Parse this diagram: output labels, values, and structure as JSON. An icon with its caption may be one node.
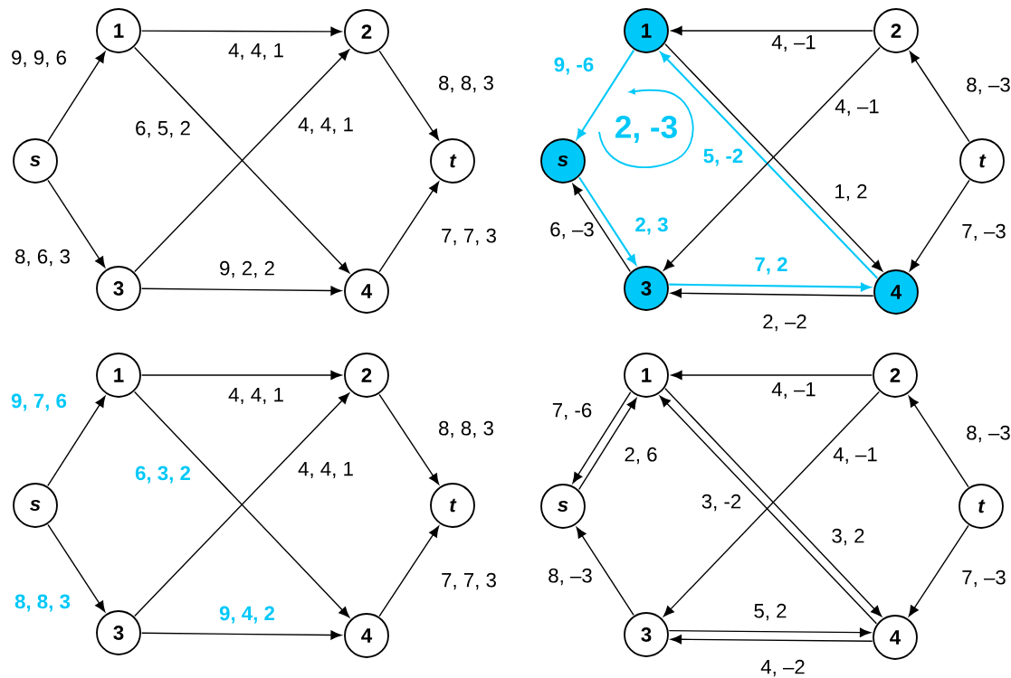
{
  "diagram": {
    "nodes": [
      {
        "text": [
          "s"
        ]
      },
      {
        "text": [
          "1"
        ]
      },
      {
        "text": [
          "2"
        ]
      },
      {
        "text": [
          "3"
        ]
      },
      {
        "text": [
          "4"
        ]
      },
      {
        "text": [
          "t"
        ]
      },
      {
        "text": [
          "s"
        ]
      },
      {
        "text": [
          "1"
        ]
      },
      {
        "text": [
          "2"
        ]
      },
      {
        "text": [
          "3"
        ]
      },
      {
        "text": [
          "4"
        ]
      },
      {
        "text": [
          "t"
        ]
      },
      {
        "text": [
          "s"
        ]
      },
      {
        "text": [
          "1"
        ]
      },
      {
        "text": [
          "2"
        ]
      },
      {
        "text": [
          "3"
        ]
      },
      {
        "text": [
          "4"
        ]
      },
      {
        "text": [
          "t"
        ]
      },
      {
        "text": [
          "s"
        ]
      },
      {
        "text": [
          "1"
        ]
      },
      {
        "text": [
          "2"
        ]
      },
      {
        "text": [
          "3"
        ]
      },
      {
        "text": [
          "4"
        ]
      },
      {
        "text": [
          "t"
        ]
      }
    ],
    "edges": [
      {
        "from": 0,
        "to": 1,
        "arrow": "to",
        "label": "9, 9, 6"
      },
      {
        "from": 0,
        "to": 3,
        "arrow": "to",
        "label": "8, 6, 3"
      },
      {
        "from": 1,
        "to": 2,
        "arrow": "to",
        "label": "4, 4, 1"
      },
      {
        "from": 1,
        "to": 4,
        "arrow": "to",
        "label": "6, 5, 2"
      },
      {
        "from": 3,
        "to": 2,
        "arrow": "to",
        "label": "4, 4, 1"
      },
      {
        "from": 3,
        "to": 4,
        "arrow": "to",
        "label": "9, 2, 2"
      },
      {
        "from": 2,
        "to": 5,
        "arrow": "to",
        "label": "8, 8, 3"
      },
      {
        "from": 4,
        "to": 5,
        "arrow": "to",
        "label": "7, 7, 3"
      },
      {
        "from": 7,
        "to": 6,
        "arrow": "to",
        "label": "9, -6",
        "color": "#00c8f8"
      },
      {
        "from": 8,
        "to": 7,
        "arrow": "to",
        "label": "4, –1"
      },
      {
        "from": 6,
        "to": 9,
        "arrow": "to",
        "label": "2, 3",
        "color": "#00c8f8"
      },
      {
        "from": 9,
        "to": 6,
        "arrow": "to",
        "label": "6, –3"
      },
      {
        "from": 10,
        "to": 7,
        "arrow": "to",
        "label": "5, -2",
        "color": "#00c8f8"
      },
      {
        "from": 7,
        "to": 10,
        "arrow": "to",
        "label": "1, 2"
      },
      {
        "from": 8,
        "to": 9,
        "arrow": "to",
        "label": "4, –1"
      },
      {
        "from": 9,
        "to": 10,
        "arrow": "to",
        "label": "7, 2",
        "color": "#00c8f8"
      },
      {
        "from": 10,
        "to": 9,
        "arrow": "to",
        "label": "2, –2"
      },
      {
        "from": 11,
        "to": 8,
        "arrow": "to",
        "label": "8, –3"
      },
      {
        "from": 11,
        "to": 10,
        "arrow": "to",
        "label": "7, –3"
      },
      {
        "from": 12,
        "to": 13,
        "arrow": "to",
        "label": "9, 7, 6"
      },
      {
        "from": 12,
        "to": 15,
        "arrow": "to",
        "label": "8, 8, 3"
      },
      {
        "from": 13,
        "to": 14,
        "arrow": "to",
        "label": "4, 4, 1"
      },
      {
        "from": 13,
        "to": 16,
        "arrow": "to",
        "label": "6, 3, 2"
      },
      {
        "from": 15,
        "to": 14,
        "arrow": "to",
        "label": "4, 4, 1"
      },
      {
        "from": 15,
        "to": 16,
        "arrow": "to",
        "label": "9, 4, 2"
      },
      {
        "from": 14,
        "to": 17,
        "arrow": "to",
        "label": "8, 8, 3"
      },
      {
        "from": 16,
        "to": 17,
        "arrow": "to",
        "label": "7, 7, 3"
      },
      {
        "from": 19,
        "to": 18,
        "arrow": "to",
        "label": "7, -6"
      },
      {
        "from": 18,
        "to": 19,
        "arrow": "to",
        "label": "2, 6"
      },
      {
        "from": 20,
        "to": 19,
        "arrow": "to",
        "label": "4, –1"
      },
      {
        "from": 21,
        "to": 18,
        "arrow": "to",
        "label": "8, –3"
      },
      {
        "from": 22,
        "to": 19,
        "arrow": "to",
        "label": "3, -2"
      },
      {
        "from": 19,
        "to": 22,
        "arrow": "to",
        "label": "3, 2"
      },
      {
        "from": 20,
        "to": 21,
        "arrow": "to",
        "label": "4, –1"
      },
      {
        "from": 21,
        "to": 22,
        "arrow": "to",
        "label": "5, 2"
      },
      {
        "from": 22,
        "to": 21,
        "arrow": "to",
        "label": "4, –2"
      },
      {
        "from": 23,
        "to": 20,
        "arrow": "to",
        "label": "8, –3"
      },
      {
        "from": 23,
        "to": 22,
        "arrow": "to",
        "label": "7, –3"
      }
    ],
    "labels": [
      "2, -3"
    ]
  }
}
